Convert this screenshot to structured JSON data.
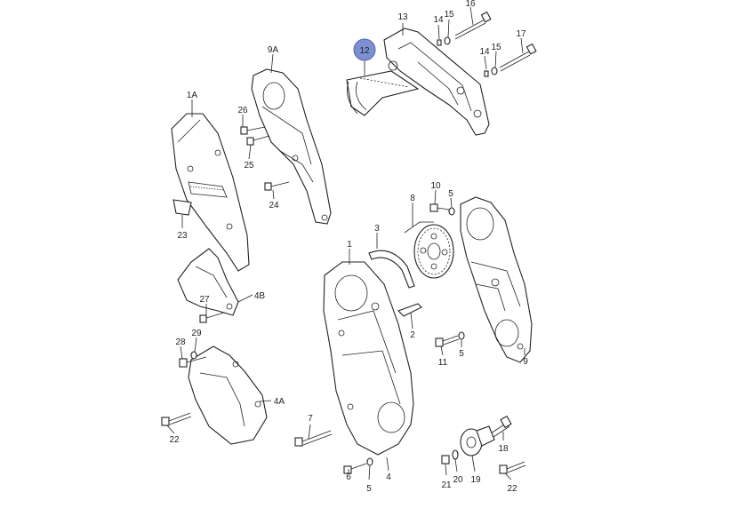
{
  "diagram": {
    "highlight_color": "#7c8fd0",
    "labels": {
      "p12": "12",
      "p13": "13",
      "p14a": "14",
      "p15a": "15",
      "p16": "16",
      "p14b": "14",
      "p15b": "15",
      "p17": "17",
      "p9A": "9A",
      "p1A": "1A",
      "p26": "26",
      "p25": "25",
      "p24": "24",
      "p23": "23",
      "p27": "27",
      "p4B": "4B",
      "p29": "29",
      "p28": "28",
      "p4A": "4A",
      "p22a": "22",
      "p1": "1",
      "p3": "3",
      "p8": "8",
      "p10": "10",
      "p5a": "5",
      "p2": "2",
      "p11": "11",
      "p5b": "5",
      "p9": "9",
      "p7": "7",
      "p6": "6",
      "p5c": "5",
      "p4": "4",
      "p18": "18",
      "p21": "21",
      "p20": "20",
      "p19": "19",
      "p22b": "22"
    }
  }
}
